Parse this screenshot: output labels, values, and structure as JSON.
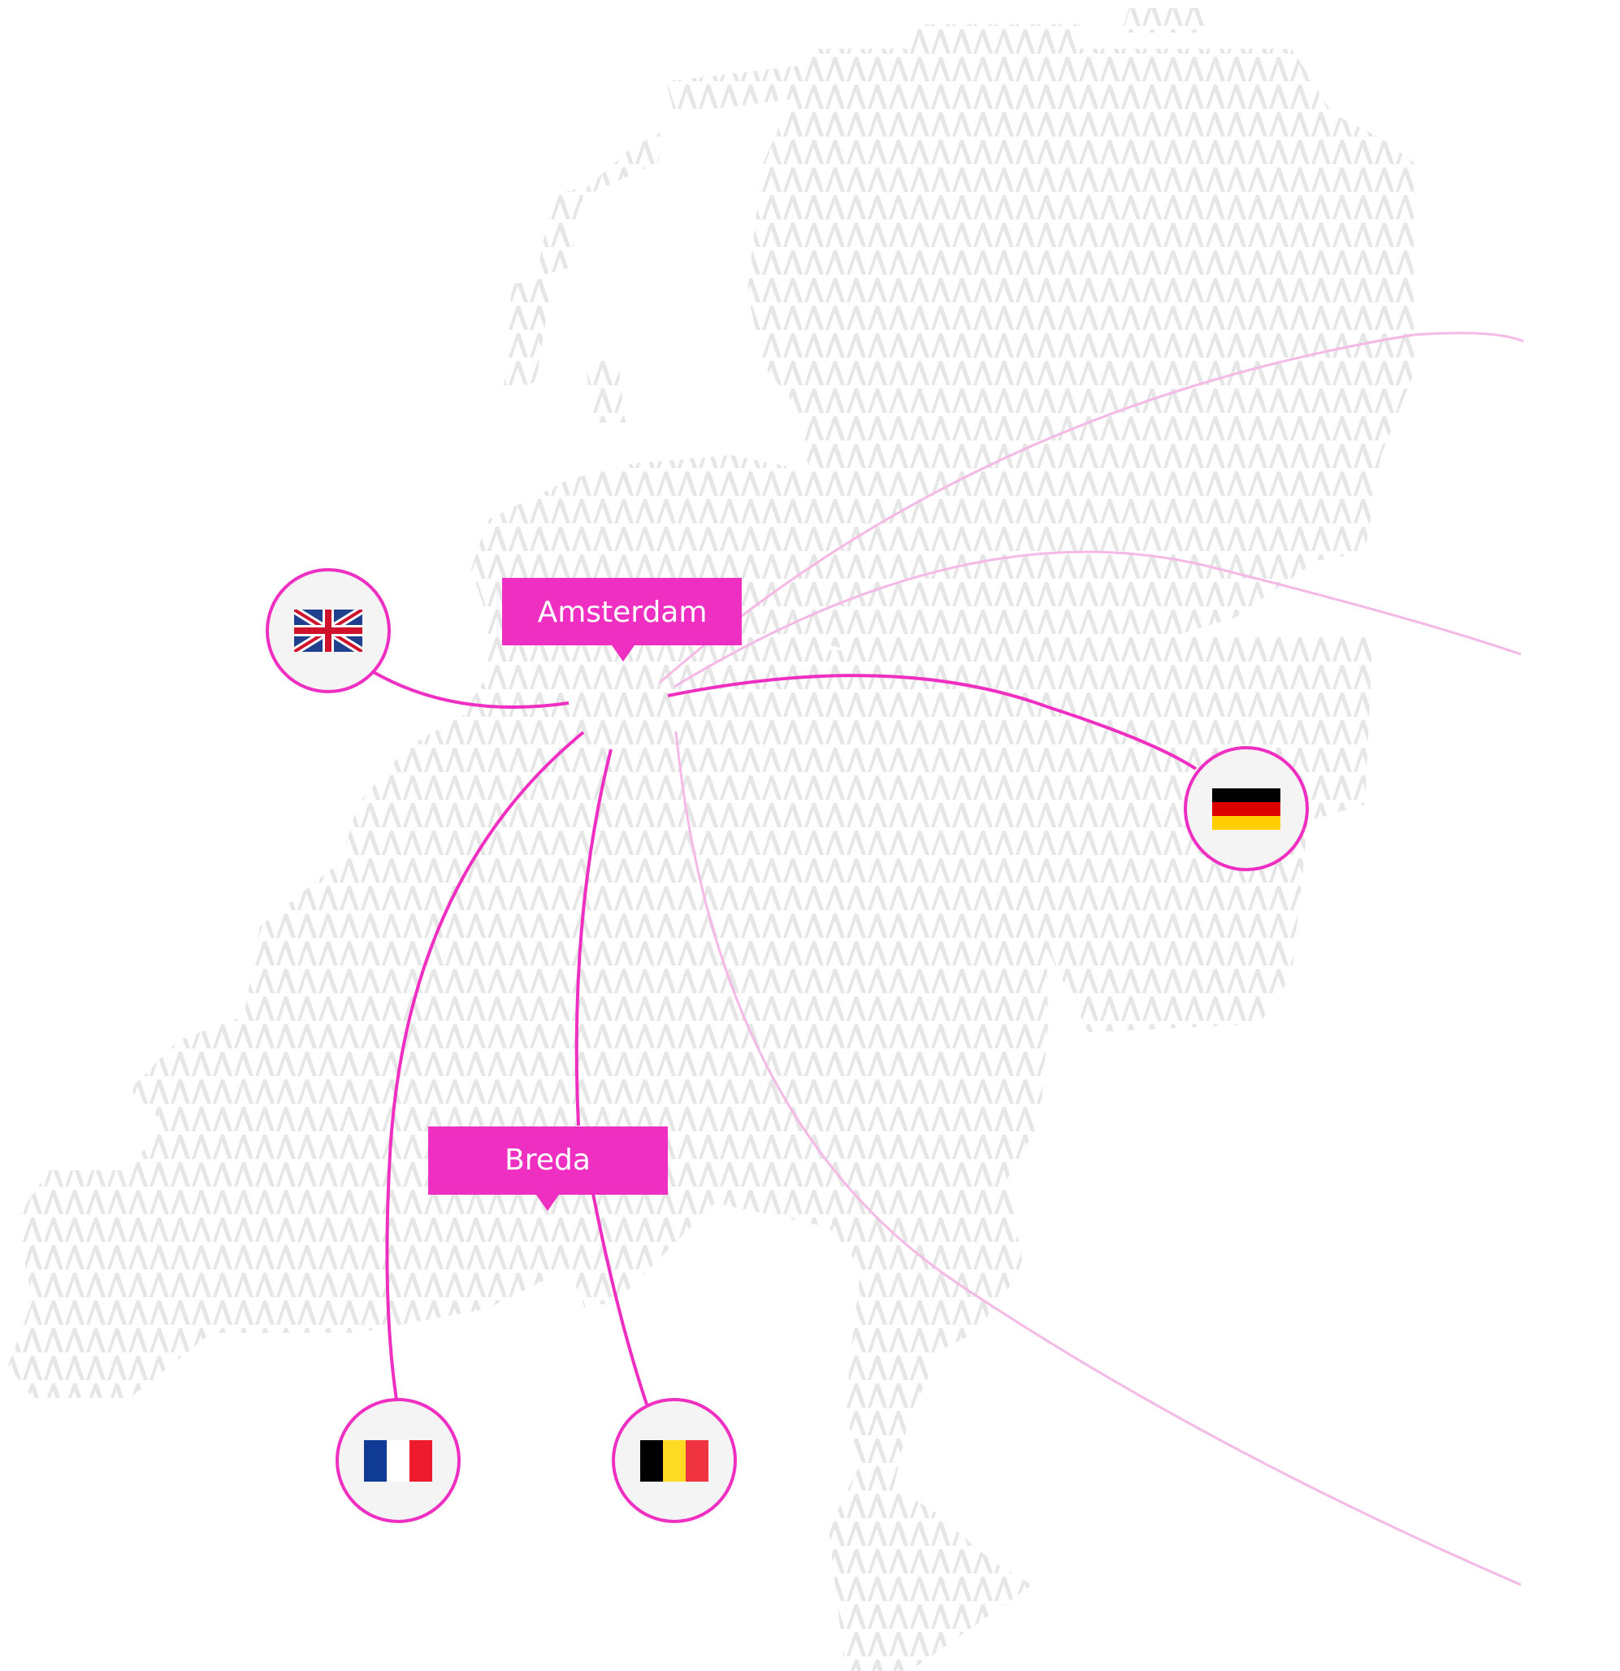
{
  "map": {
    "land_color": "#e6e6e6",
    "accent": "#ee2fc1",
    "route_faint_color": "#f5b9e6",
    "cities": [
      {
        "id": "amsterdam",
        "label": "Amsterdam"
      },
      {
        "id": "breda",
        "label": "Breda"
      }
    ],
    "markers": [
      {
        "id": "uk",
        "icon": "uk-flag-icon"
      },
      {
        "id": "de",
        "icon": "germany-flag-icon",
        "colors": [
          "#000000",
          "#dd0000",
          "#ffce00"
        ]
      },
      {
        "id": "fr",
        "icon": "france-flag-icon",
        "colors": [
          "#0f3b95",
          "#ffffff",
          "#ee1b2e"
        ]
      },
      {
        "id": "be",
        "icon": "belgium-flag-icon",
        "colors": [
          "#000000",
          "#fdda24",
          "#ef3340"
        ]
      }
    ]
  }
}
